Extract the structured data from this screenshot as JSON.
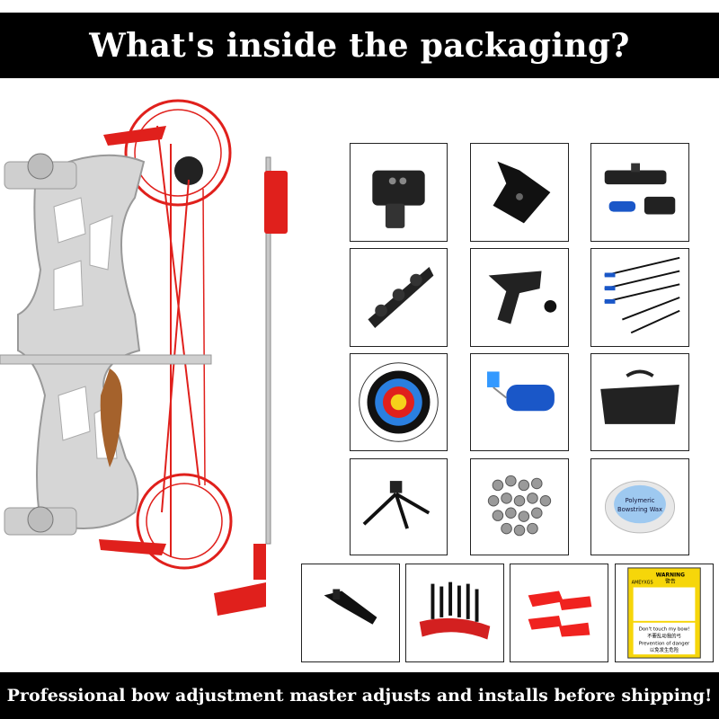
{
  "header": {
    "title": "What's inside the packaging?"
  },
  "footer": {
    "text": "Professional bow adjustment master adjusts and installs before shipping!"
  },
  "colors": {
    "banner": "#000000",
    "accent_red": "#e0201c",
    "silver": "#d6d6d6",
    "blue": "#1a57c8"
  },
  "items": [
    {
      "icon": "sight-pin-icon"
    },
    {
      "icon": "bracket-mount-icon"
    },
    {
      "icon": "laser-sight-kit-icon"
    },
    {
      "icon": "stabilizer-icon"
    },
    {
      "icon": "arrow-rest-icon"
    },
    {
      "icon": "arrows-icon"
    },
    {
      "icon": "target-face-icon"
    },
    {
      "icon": "wrist-sling-icon"
    },
    {
      "icon": "quiver-bag-icon"
    },
    {
      "icon": "bow-stand-icon"
    },
    {
      "icon": "steel-balls-icon"
    },
    {
      "icon": "string-wax-icon"
    },
    {
      "icon": "small-bracket-icon"
    },
    {
      "icon": "hex-key-tool-icon"
    },
    {
      "icon": "red-clips-icon"
    },
    {
      "icon": "warning-card-icon"
    }
  ],
  "warning_card": {
    "title": "WARNING",
    "title_cn": "警告",
    "brand": "AMEYXGS",
    "line1": "Don't touch my bow!",
    "line1_cn": "不要乱动我的弓",
    "line2": "Prevention of danger",
    "line2_cn": "以免发生危险"
  },
  "wax_label": {
    "line1": "Polymeric",
    "line2": "Bowstring Wax"
  }
}
